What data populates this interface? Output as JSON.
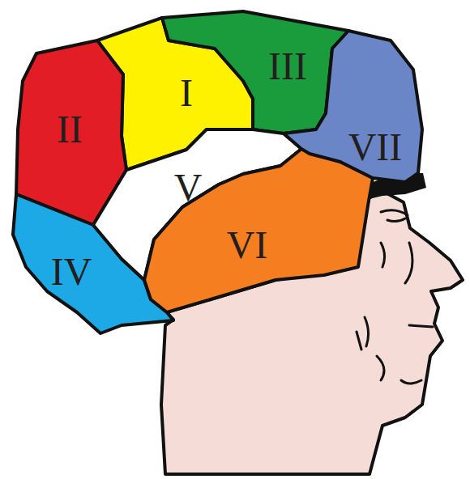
{
  "diagram": {
    "nodes": [
      {
        "text": [
          "I"
        ]
      },
      {
        "text": [
          "II"
        ]
      },
      {
        "text": [
          "III"
        ]
      },
      {
        "text": [
          "IV"
        ]
      },
      {
        "text": [
          "V"
        ]
      },
      {
        "text": [
          "VI"
        ]
      },
      {
        "text": [
          "VII"
        ]
      }
    ]
  }
}
